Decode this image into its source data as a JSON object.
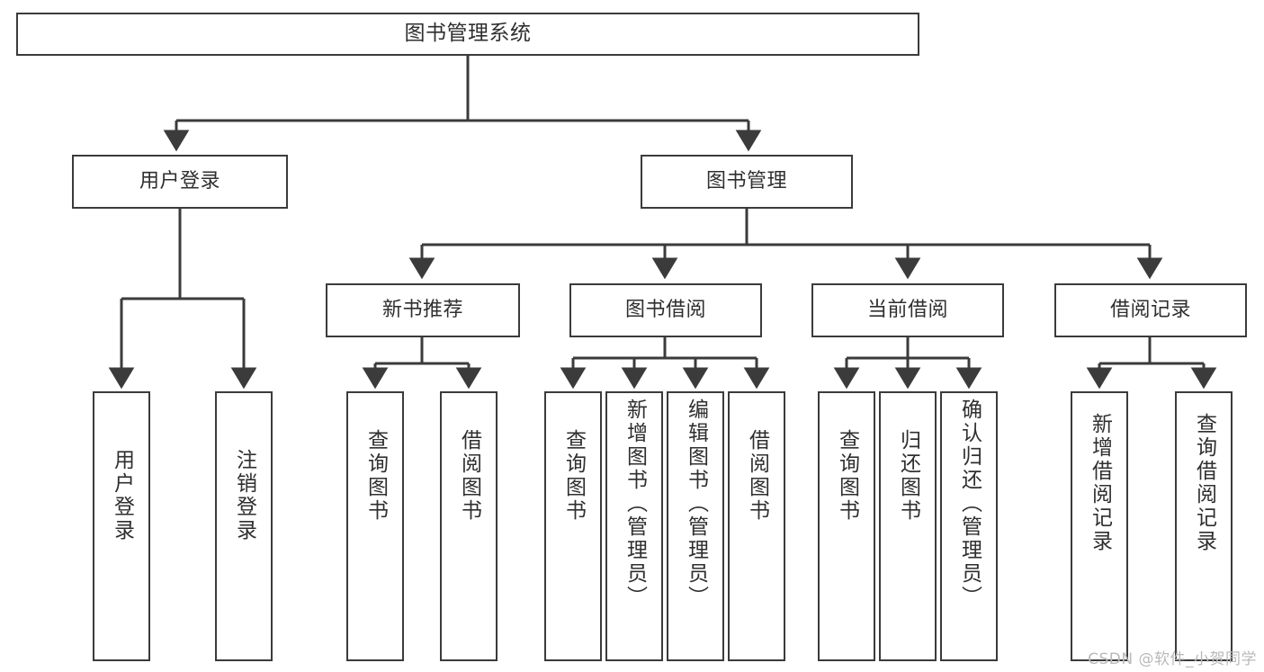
{
  "diagram": {
    "type": "tree-hierarchy-chart",
    "title": "图书管理系统",
    "orientation": "top-down",
    "colors": {
      "stroke": "#3b3b3b",
      "fill": "#ffffff",
      "text": "#2f2f2f",
      "watermark": "#b9b9b9"
    },
    "root": {
      "label": "图书管理系统"
    },
    "level1": [
      {
        "label": "用户登录"
      },
      {
        "label": "图书管理"
      }
    ],
    "level2": [
      {
        "label": "新书推荐"
      },
      {
        "label": "图书借阅"
      },
      {
        "label": "当前借阅"
      },
      {
        "label": "借阅记录"
      }
    ],
    "leaves": {
      "user_login": [
        {
          "label": "用户登录"
        },
        {
          "label": "注销登录"
        }
      ],
      "new_book_recommend": [
        {
          "label": "查询图书"
        },
        {
          "label": "借阅图书"
        }
      ],
      "book_borrow": [
        {
          "label": "查询图书"
        },
        {
          "label": "新增图书（管理员）"
        },
        {
          "label": "编辑图书（管理员）"
        },
        {
          "label": "借阅图书"
        }
      ],
      "current_borrow": [
        {
          "label": "查询图书"
        },
        {
          "label": "归还图书"
        },
        {
          "label": "确认归还（管理员）"
        }
      ],
      "borrow_record": [
        {
          "label": "新增借阅记录"
        },
        {
          "label": "查询借阅记录"
        }
      ]
    }
  },
  "watermark": {
    "text": "CSDN @软件_小贺同学"
  }
}
